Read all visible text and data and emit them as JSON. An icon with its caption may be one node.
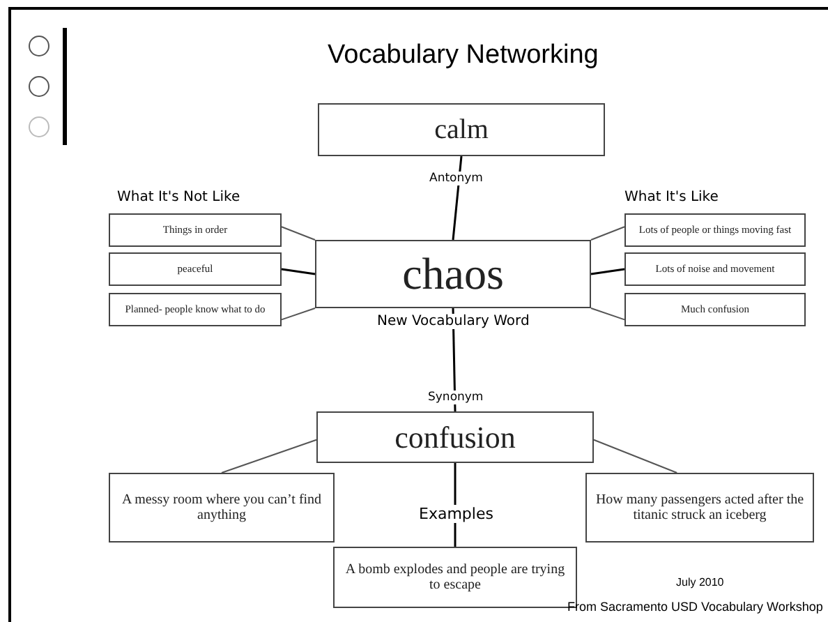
{
  "diagram": {
    "title": "Vocabulary Networking",
    "nodes": [
      {
        "text": [
          "calm"
        ]
      },
      {
        "text": [
          "chaos"
        ],
        "beside": [
          "New Vocabulary Word"
        ]
      },
      {
        "text": [
          "Things in order"
        ]
      },
      {
        "text": [
          "peaceful"
        ]
      },
      {
        "text": [
          "Planned- people know what to do"
        ]
      },
      {
        "text": [
          "Lots of people or things moving fast"
        ]
      },
      {
        "text": [
          "Lots of noise and movement"
        ]
      },
      {
        "text": [
          "Much confusion"
        ]
      },
      {
        "text": [
          "confusion"
        ]
      },
      {
        "text": [
          "A messy room where you can’t find anything"
        ]
      },
      {
        "text": [
          "How many passengers acted after the titanic struck an iceberg"
        ]
      },
      {
        "text": [
          "A bomb explodes and people are trying to escape"
        ]
      }
    ],
    "edges": [
      {
        "from": 0,
        "to": 1,
        "arrow": "none",
        "label": "Antonym"
      },
      {
        "from": 1,
        "to": 2,
        "arrow": "none"
      },
      {
        "from": 1,
        "to": 3,
        "arrow": "none"
      },
      {
        "from": 1,
        "to": 4,
        "arrow": "none"
      },
      {
        "from": 1,
        "to": 5,
        "arrow": "none"
      },
      {
        "from": 1,
        "to": 6,
        "arrow": "none"
      },
      {
        "from": 1,
        "to": 7,
        "arrow": "none"
      },
      {
        "from": 1,
        "to": 8,
        "arrow": "none",
        "label": "Synonym"
      },
      {
        "from": 8,
        "to": 9,
        "arrow": "none"
      },
      {
        "from": 8,
        "to": 10,
        "arrow": "none"
      },
      {
        "from": 8,
        "to": 11,
        "arrow": "none",
        "label": "Examples"
      }
    ],
    "labels": [
      "What It's Not Like",
      "What It's Like",
      "July 2010",
      "From Sacramento USD Vocabulary Workshop"
    ]
  }
}
